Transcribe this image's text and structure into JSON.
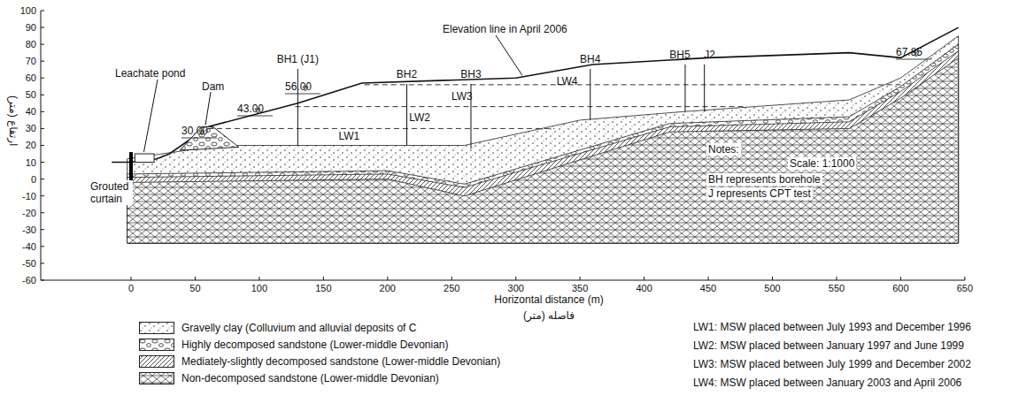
{
  "diagram": {
    "labels": [
      "ارتفاع (متر)",
      "Horizontal distance (m)",
      "فاصله (متر)",
      "Elevation line in April 2006",
      "Leachate pond",
      "Dam",
      "Grouted curtain",
      "BH1 (J1)",
      "BH2",
      "BH3",
      "BH4",
      "BH5",
      "J2",
      "30.00",
      "43.00",
      "56.00",
      "67.85",
      "LW1",
      "LW2",
      "LW3",
      "LW4",
      "Notes:",
      "BH represents borehole",
      "J represents CPT test",
      "Scale: 1:1000",
      "LW1: MSW placed between July 1993 and December 1996",
      "LW2: MSW placed between January 1997 and June 1999",
      "LW3: MSW placed between July 1999 and December 2002",
      "LW4: MSW placed between January 2003 and April 2006",
      "100",
      "90",
      "80",
      "70",
      "60",
      "50",
      "40",
      "30",
      "20",
      "10",
      "0",
      "-10",
      "-20",
      "-30",
      "-40",
      "-50",
      "-60",
      "0",
      "50",
      "100",
      "150",
      "200",
      "250",
      "300",
      "350",
      "400",
      "450",
      "500",
      "550",
      "600",
      "650"
    ],
    "legend": [
      {
        "text": "Gravelly clay (Colluvium and alluvial deposits of C"
      },
      {
        "text": "Highly decomposed sandstone (Lower-middle Devonian)"
      },
      {
        "text": "Mediately-slightly decomposed sandstone (Lower-middle Devonian)"
      },
      {
        "text": "Non-decomposed sandstone (Lower-middle Devonian)"
      }
    ]
  }
}
